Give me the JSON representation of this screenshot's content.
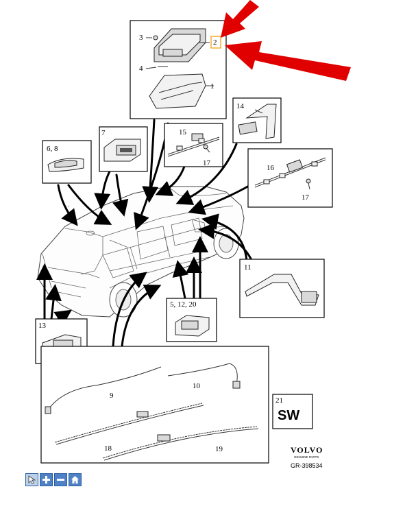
{
  "callouts": {
    "c1": "1",
    "c2": "2",
    "c3": "3",
    "c4": "4",
    "c5_12_20": "5, 12, 20",
    "c6_8": "6, 8",
    "c7": "7",
    "c9": "9",
    "c10": "10",
    "c11": "11",
    "c13": "13",
    "c14": "14",
    "c15": "15",
    "c16": "16",
    "c17a": "17",
    "c17b": "17",
    "c18": "18",
    "c19": "19",
    "c21": "21"
  },
  "sw_label": "SW",
  "brand": {
    "name": "VOLVO",
    "tagline": "GENUINE PARTS",
    "diagram_id": "GR-398534"
  },
  "highlight_color": "#f5a623",
  "arrow_color": "#e00000",
  "toolbar": {
    "buttons": [
      {
        "icon": "cursor-icon"
      },
      {
        "icon": "zoom-in-icon"
      },
      {
        "icon": "zoom-out-icon"
      },
      {
        "icon": "home-icon"
      }
    ]
  }
}
